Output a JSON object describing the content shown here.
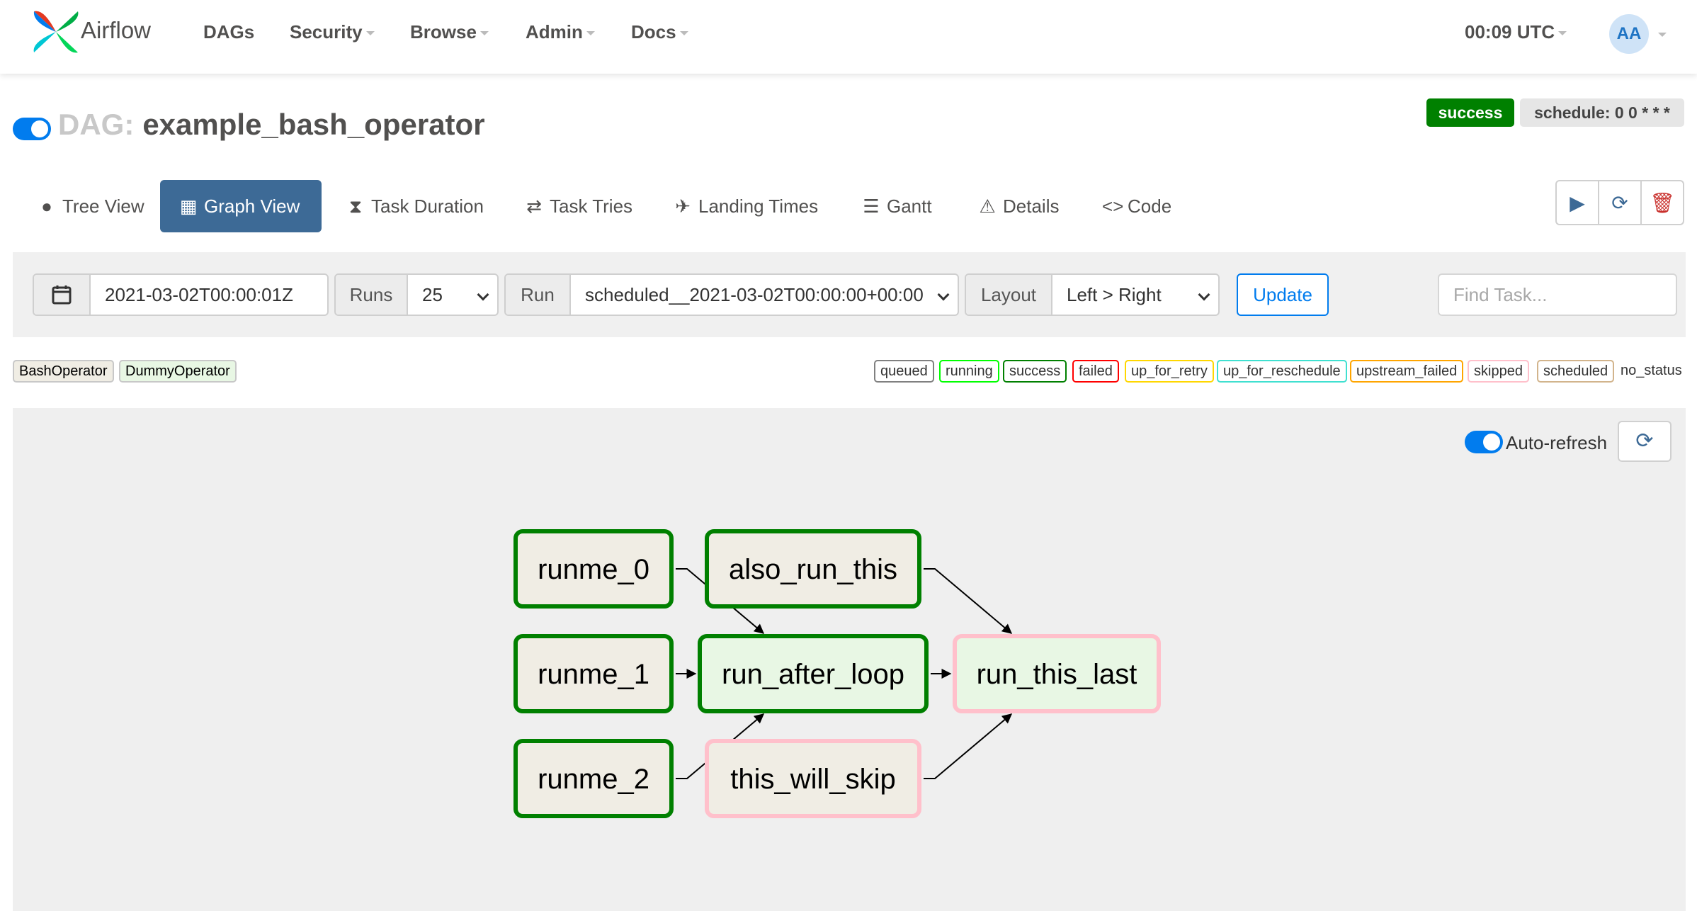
{
  "navbar": {
    "brand": "Airflow",
    "items": [
      {
        "label": "DAGs",
        "dropdown": false
      },
      {
        "label": "Security",
        "dropdown": true
      },
      {
        "label": "Browse",
        "dropdown": true
      },
      {
        "label": "Admin",
        "dropdown": true
      },
      {
        "label": "Docs",
        "dropdown": true
      }
    ],
    "clock": "00:09 UTC",
    "avatar_initials": "AA"
  },
  "dag": {
    "prefix": "DAG:",
    "name": "example_bash_operator",
    "status_badge": "success",
    "schedule": "schedule: 0 0 * * *"
  },
  "tabs": [
    {
      "label": "Tree View",
      "icon": "tree-icon",
      "active": false
    },
    {
      "label": "Graph View",
      "icon": "graph-icon",
      "active": true
    },
    {
      "label": "Task Duration",
      "icon": "hourglass-icon",
      "active": false
    },
    {
      "label": "Task Tries",
      "icon": "retry-icon",
      "active": false
    },
    {
      "label": "Landing Times",
      "icon": "landing-icon",
      "active": false
    },
    {
      "label": "Gantt",
      "icon": "gantt-icon",
      "active": false
    },
    {
      "label": "Details",
      "icon": "warning-icon",
      "active": false
    },
    {
      "label": "Code",
      "icon": "code-icon",
      "active": false
    }
  ],
  "actions": [
    "play-icon",
    "refresh-icon",
    "trash-icon"
  ],
  "filters": {
    "date": "2021-03-02T00:00:01Z",
    "runs_label": "Runs",
    "runs_value": "25",
    "run_label": "Run",
    "run_value": "scheduled__2021-03-02T00:00:00+00:00",
    "layout_label": "Layout",
    "layout_value": "Left > Right",
    "update_label": "Update",
    "find_placeholder": "Find Task..."
  },
  "operators": [
    {
      "label": "BashOperator",
      "color": "#f0ede4"
    },
    {
      "label": "DummyOperator",
      "color": "#e8f7e4"
    }
  ],
  "states": [
    {
      "label": "queued",
      "color": "#808080"
    },
    {
      "label": "running",
      "color": "#00ff00"
    },
    {
      "label": "success",
      "color": "#008000"
    },
    {
      "label": "failed",
      "color": "#ff0000"
    },
    {
      "label": "up_for_retry",
      "color": "#ffd700"
    },
    {
      "label": "up_for_reschedule",
      "color": "#40e0d0"
    },
    {
      "label": "upstream_failed",
      "color": "#ffa500"
    },
    {
      "label": "skipped",
      "color": "#ffc0cb"
    },
    {
      "label": "scheduled",
      "color": "#d2b48c"
    }
  ],
  "no_status_label": "no_status",
  "graph": {
    "autorefresh_label": "Auto-refresh",
    "nodes": [
      {
        "id": "runme_0",
        "label": "runme_0",
        "state": "success"
      },
      {
        "id": "runme_1",
        "label": "runme_1",
        "state": "success"
      },
      {
        "id": "runme_2",
        "label": "runme_2",
        "state": "success"
      },
      {
        "id": "also_run_this",
        "label": "also_run_this",
        "state": "success"
      },
      {
        "id": "run_after_loop",
        "label": "run_after_loop",
        "state": "success"
      },
      {
        "id": "this_will_skip",
        "label": "this_will_skip",
        "state": "skipped"
      },
      {
        "id": "run_this_last",
        "label": "run_this_last",
        "state": "skipped"
      }
    ],
    "edges": [
      [
        "runme_0",
        "run_after_loop"
      ],
      [
        "runme_1",
        "run_after_loop"
      ],
      [
        "runme_2",
        "run_after_loop"
      ],
      [
        "also_run_this",
        "run_this_last"
      ],
      [
        "run_after_loop",
        "run_this_last"
      ],
      [
        "this_will_skip",
        "run_this_last"
      ]
    ]
  }
}
